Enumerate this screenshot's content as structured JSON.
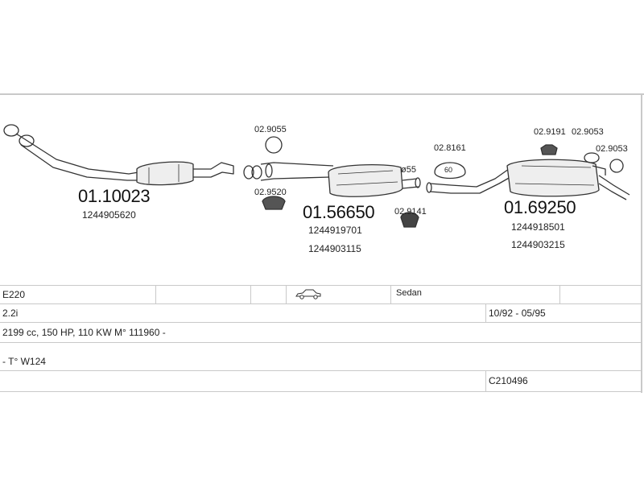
{
  "diagram": {
    "groups": [
      {
        "part": "01.10023",
        "oem": [
          "1244905620"
        ]
      },
      {
        "part": "01.56650",
        "oem": [
          "1244919701",
          "1244903115"
        ]
      },
      {
        "part": "01.69250",
        "oem": [
          "1244918501",
          "1244903215"
        ]
      }
    ],
    "fittings": [
      "02.9055",
      "02.9520",
      "02.9141",
      "02.8161",
      "02.9191",
      "02.9053",
      "02.9053"
    ],
    "pipe_diameter": "ø55",
    "clamp_label": "60"
  },
  "info": {
    "model": "E220",
    "body": "Sedan",
    "engine": "2.2i",
    "years": "10/92 - 05/95",
    "specs": "2199 cc, 150 HP, 110 KW M° 111960 -",
    "chassis": "- T° W124",
    "code": "C210496"
  },
  "icons": {
    "car": "sedan-car-icon"
  }
}
